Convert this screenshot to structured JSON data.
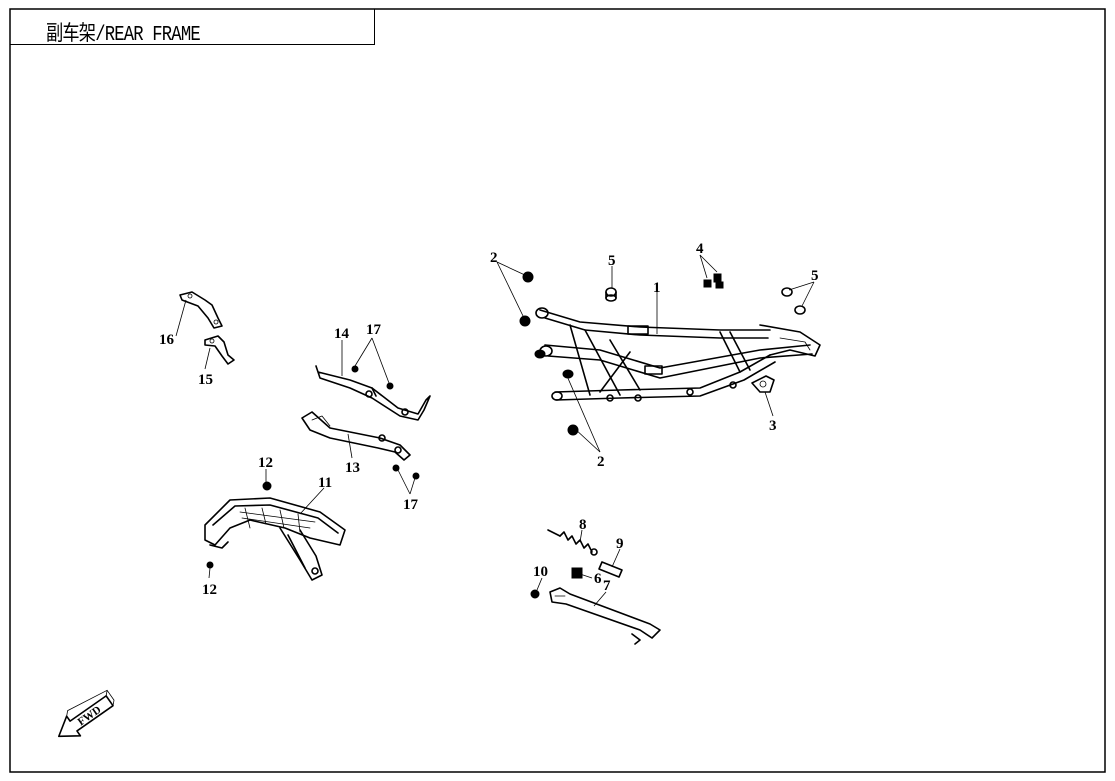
{
  "title": "副车架/REAR FRAME",
  "fwd_label": "FWD",
  "callouts": {
    "c1": "1",
    "c2a": "2",
    "c2b": "2",
    "c3": "3",
    "c4": "4",
    "c5a": "5",
    "c5b": "5",
    "c6": "6",
    "c7": "7",
    "c8": "8",
    "c9": "9",
    "c10": "10",
    "c11": "11",
    "c12a": "12",
    "c12b": "12",
    "c13": "13",
    "c14": "14",
    "c15": "15",
    "c16": "16",
    "c17a": "17",
    "c17b": "17"
  }
}
